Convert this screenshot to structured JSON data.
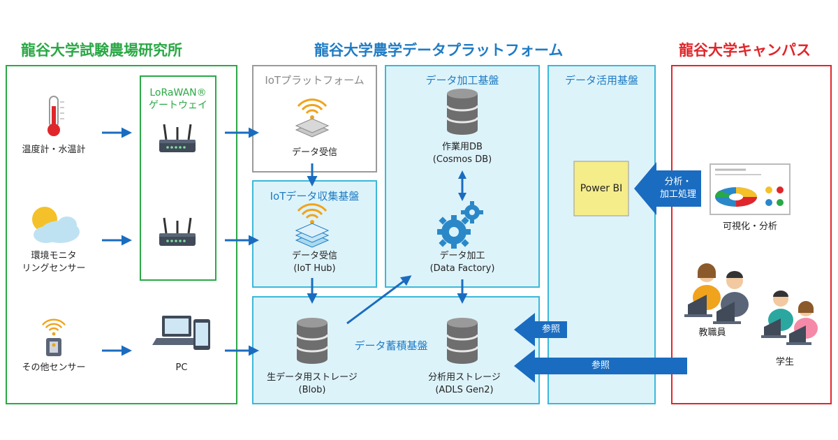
{
  "headings": {
    "farm": "龍谷大学試験農場研究所",
    "platform": "龍谷大学農学データプラットフォーム",
    "campus": "龍谷大学キャンパス"
  },
  "farm": {
    "thermometer": "温度計・水温計",
    "env_sensor_line1": "環境モニタ",
    "env_sensor_line2": "リングセンサー",
    "other_sensor": "その他センサー",
    "gateway_line1": "LoRaWAN®",
    "gateway_line2": "ゲートウェイ",
    "pc": "PC"
  },
  "iot_platform": {
    "title": "IoTプラットフォーム",
    "receive": "データ受信"
  },
  "iot_collect": {
    "title": "IoTデータ収集基盤",
    "receive_line1": "データ受信",
    "receive_line2": "(IoT Hub)"
  },
  "processing": {
    "title": "データ加工基盤",
    "db_line1": "作業用DB",
    "db_line2": "(Cosmos DB)",
    "proc_line1": "データ加工",
    "proc_line2": "(Data Factory)"
  },
  "storage": {
    "title": "データ蓄積基盤",
    "raw_line1": "生データ用ストレージ",
    "raw_line2": "(Blob)",
    "analysis_line1": "分析用ストレージ",
    "analysis_line2": "(ADLS Gen2)"
  },
  "utilization": {
    "title": "データ活用基盤",
    "powerbi": "Power BI"
  },
  "campus": {
    "analysis_line1": "分析・",
    "analysis_line2": "加工処理",
    "visualize": "可視化・分析",
    "staff": "教職員",
    "students": "学生"
  },
  "arrows": {
    "reference1": "参照",
    "reference2": "参照"
  },
  "colors": {
    "farm_green": "#2aa846",
    "platform_blue": "#1f7cc4",
    "campus_red": "#e0262a",
    "panel_cyan_border": "#3bb8d8",
    "panel_cyan_fill": "#ddf3fa",
    "arrow_blue": "#1a6cc0",
    "powerbi_yellow": "#f5ec8a"
  }
}
